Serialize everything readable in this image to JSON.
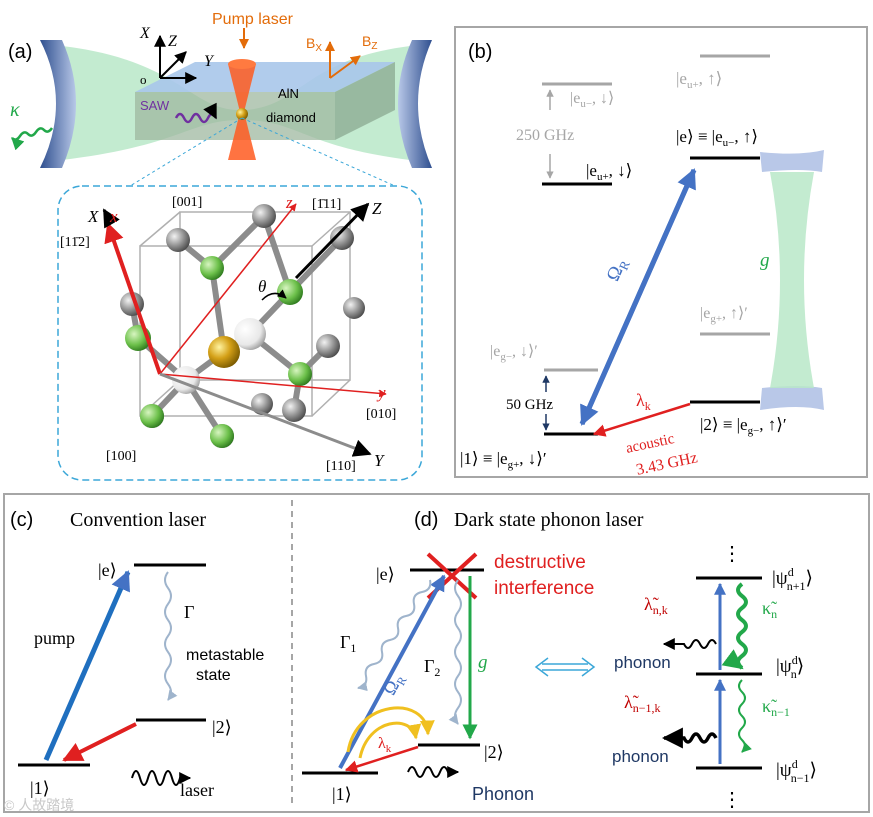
{
  "panel_a": {
    "label": "(a)",
    "pump_laser": "Pump laser",
    "axis_x": "X",
    "axis_y": "Y",
    "axis_z": "Z",
    "origin": "o",
    "b_x": "B",
    "b_x_sub": "X",
    "b_z": "B",
    "b_z_sub": "Z",
    "kappa": "κ",
    "saw": "SAW",
    "aln": "AlN",
    "diamond": "diamond",
    "crystal": {
      "dir_001": "[001]",
      "dir_111": "[1̄11]",
      "dir_112": "[11̄2]",
      "dir_010": "[010]",
      "dir_100": "[100]",
      "dir_110": "[110]",
      "ax_X": "X",
      "ax_x": "x",
      "ax_z": "z",
      "ax_Z": "Z",
      "ax_y": "y",
      "ax_Y": "Y",
      "theta": "θ"
    }
  },
  "panel_b": {
    "label": "(b)",
    "eu_minus_down": "|e",
    "eu_minus_down_sub": "u−",
    "eu_minus_down_tail": ", ↓⟩",
    "eu_plus_up": "|e",
    "eu_plus_up_sub": "u+",
    "eu_plus_up_tail": ", ↑⟩",
    "gap_250": "250 GHz",
    "e_state": "|e⟩ ≡ |e",
    "e_state_sub": "u−",
    "e_state_tail": ", ↑⟩",
    "eu_plus_down": "|e",
    "eu_plus_down_sub": "u+",
    "eu_plus_down_tail": ", ↓⟩",
    "omega_r": "Ω",
    "omega_r_sub": "R",
    "g": "g",
    "eg_plus_up": "|e",
    "eg_plus_up_sub": "g+",
    "eg_plus_up_tail": ", ↑⟩′",
    "eg_minus_down": "|e",
    "eg_minus_down_sub": "g−",
    "eg_minus_down_tail": ", ↓⟩′",
    "gap_50": "50 GHz",
    "lambda_k": "λ",
    "lambda_k_sub": "k",
    "acoustic": "acoustic",
    "freq": "3.43 GHz",
    "state1": "|1⟩ ≡ |e",
    "state1_sub": "g+",
    "state1_tail": ", ↓⟩′",
    "state2": "|2⟩ ≡ |e",
    "state2_sub": "g−",
    "state2_tail": ", ↑⟩′"
  },
  "panel_c": {
    "label": "(c)",
    "title": "Convention laser",
    "e": "|e⟩",
    "pump": "pump",
    "gamma": "Γ",
    "metastable1": "metastable",
    "metastable2": "state",
    "s2": "|2⟩",
    "s1": "|1⟩",
    "laser": "laser"
  },
  "panel_d": {
    "label": "(d)",
    "title": "Dark state phonon laser",
    "e": "|e⟩",
    "destructive1": "destructive",
    "destructive2": "interference",
    "gamma1": "Γ",
    "gamma1_sub": "1",
    "gamma2": "Γ",
    "gamma2_sub": "2",
    "g": "g",
    "omega_r": "Ω",
    "omega_r_sub": "R",
    "lambda_k": "λ",
    "lambda_k_sub": "k",
    "s2": "|2⟩",
    "s1": "|1⟩",
    "phonon_label": "Phonon",
    "psi_np1": "|ψ",
    "psi_np1_sup": "d",
    "psi_np1_sub": "n+1",
    "psi_n": "|ψ",
    "psi_n_sup": "d",
    "psi_n_sub": "n",
    "psi_nm1": "|ψ",
    "psi_nm1_sup": "d",
    "psi_nm1_sub": "n−1",
    "lt_nk": "λ̃",
    "lt_nk_sub": "n,k",
    "lt_nm1k": "λ̃",
    "lt_nm1k_sub": "n−1,k",
    "kt_n": "κ̃",
    "kt_n_sub": "n",
    "kt_nm1": "κ̃",
    "kt_nm1_sub": "n−1",
    "phonon1": "phonon",
    "phonon2": "phonon",
    "vdots": "⋮"
  },
  "watermark": "© 人故踏境",
  "colors": {
    "blue_arrow": "#4472c4",
    "red": "#e02020",
    "green": "#22a84a",
    "gray": "#a6a6a6",
    "orange": "#e36c0a",
    "purple": "#7030a0",
    "dashed_blue": "#3ba7d8",
    "navy": "#1f3864"
  }
}
